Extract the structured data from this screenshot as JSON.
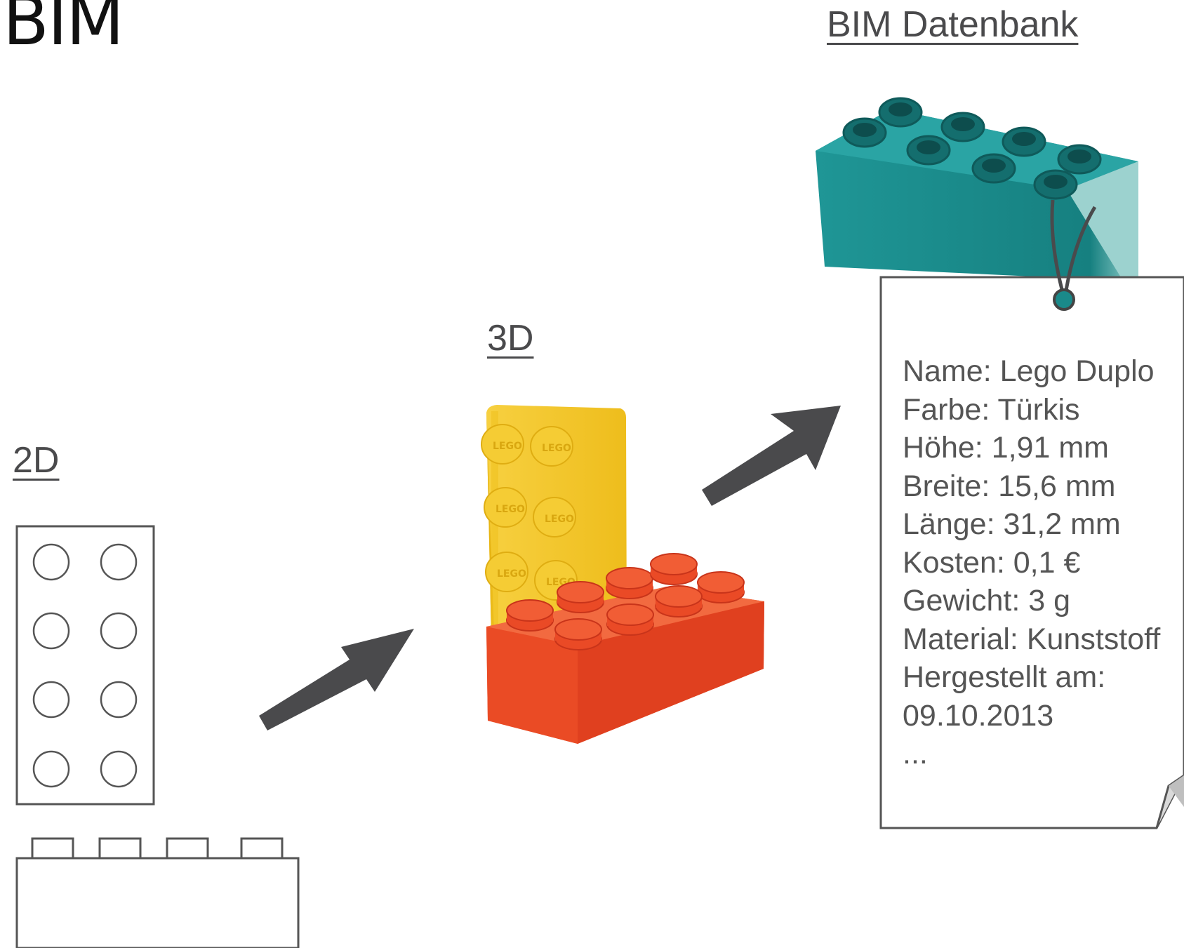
{
  "title": "BIM",
  "headings": {
    "two_d": "2D",
    "three_d": "3D",
    "database": "BIM Datenbank"
  },
  "tag_lines": [
    "Name: Lego Duplo",
    "Farbe: Türkis",
    "Höhe: 1,91 mm",
    "Breite: 15,6 mm",
    "Länge: 31,2 mm",
    "Kosten: 0,1 €",
    "Gewicht: 3 g",
    "Material: Kunststoff",
    "Hergestellt am:",
    "09.10.2013",
    "..."
  ],
  "brick_labels": [
    "LEGO",
    "LEGO",
    "LEGO",
    "LEGO",
    "LEGO",
    "LEGO"
  ],
  "colors": {
    "outline": "#555555",
    "arrow": "#4a4a4c",
    "yellow_brick": "#f5c92a",
    "red_brick": "#e8452a",
    "teal_brick": "#1f8a8a"
  },
  "icons": [
    "arrow-right-up-icon",
    "arrow-right-up-icon",
    "lego-brick-2d-top",
    "lego-brick-2d-side",
    "lego-brick-yellow",
    "lego-brick-red",
    "duplo-brick-teal",
    "price-tag"
  ]
}
